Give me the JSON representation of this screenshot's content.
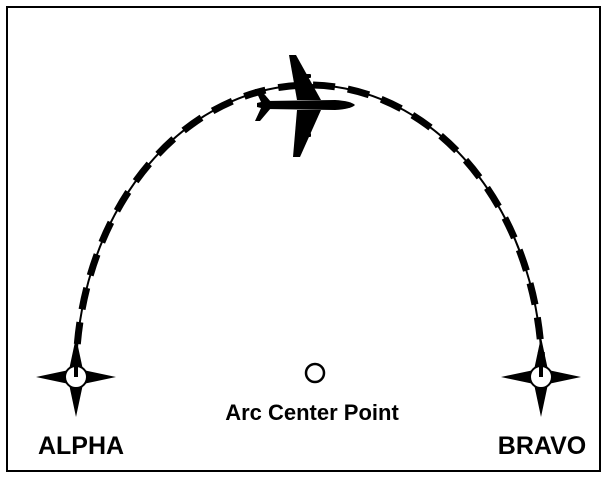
{
  "labels": {
    "waypoint_start": "ALPHA",
    "waypoint_end": "BRAVO",
    "center": "Arc Center Point"
  },
  "icons": {
    "waypoint": "four-point-star-waypoint-icon",
    "aircraft": "airplane-icon",
    "center": "circle-icon"
  },
  "colors": {
    "line": "#000000",
    "background": "#ffffff"
  }
}
